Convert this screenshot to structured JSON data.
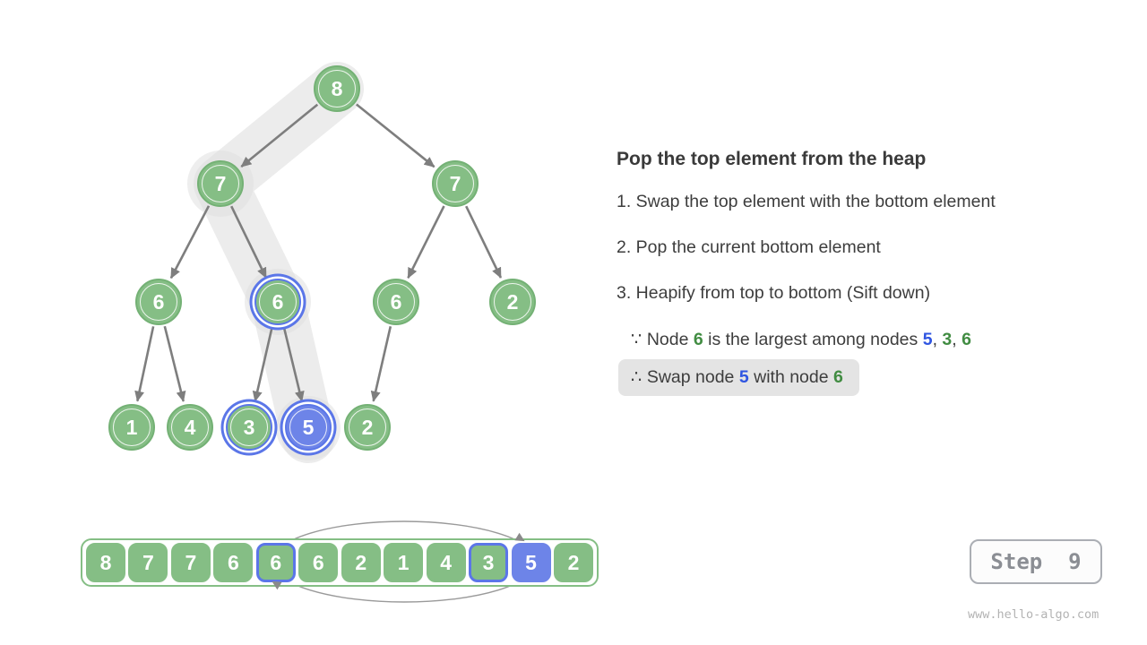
{
  "panel": {
    "title": "Pop the top element from the heap",
    "steps": [
      "1. Swap the top element with the bottom element",
      "2. Pop the current bottom element",
      "3. Heapify from top to bottom (Sift down)"
    ],
    "because": {
      "prefix": "∵ Node ",
      "n1": "6",
      "mid": " is the largest among nodes ",
      "n2": "5",
      "c1": ", ",
      "n3": "3",
      "c2": ", ",
      "n4": "6"
    },
    "therefore": {
      "prefix": "∴ Swap node ",
      "n1": "5",
      "mid": " with node ",
      "n2": "6"
    }
  },
  "tree": {
    "nodes": [
      "8",
      "7",
      "7",
      "6",
      "6",
      "6",
      "2",
      "1",
      "4",
      "3",
      "5",
      "2"
    ],
    "highlight_ring_indices": [
      4,
      9
    ],
    "highlight_fill_indices": [
      10
    ],
    "sift_path_values": [
      "8",
      "7",
      "6",
      "5"
    ]
  },
  "array": {
    "cells": [
      "8",
      "7",
      "7",
      "6",
      "6",
      "6",
      "2",
      "1",
      "4",
      "3",
      "5",
      "2"
    ],
    "highlight_ring_indices": [
      4,
      9
    ],
    "highlight_fill_indices": [
      10
    ],
    "swap_between_indices": [
      4,
      10
    ]
  },
  "step_badge": {
    "label": "Step  9"
  },
  "watermark": "www.hello-algo.com",
  "colors": {
    "node_green": "#85be85",
    "node_green_border": "#74b175",
    "blue_ring": "#5b76e8",
    "blue_fill": "#6d84e8",
    "edge_gray": "#7e7e7e",
    "path_highlight": "#ececec",
    "text_green": "#418c42",
    "text_blue": "#2f55e1",
    "conclusion_bg": "#e4e4e4"
  }
}
